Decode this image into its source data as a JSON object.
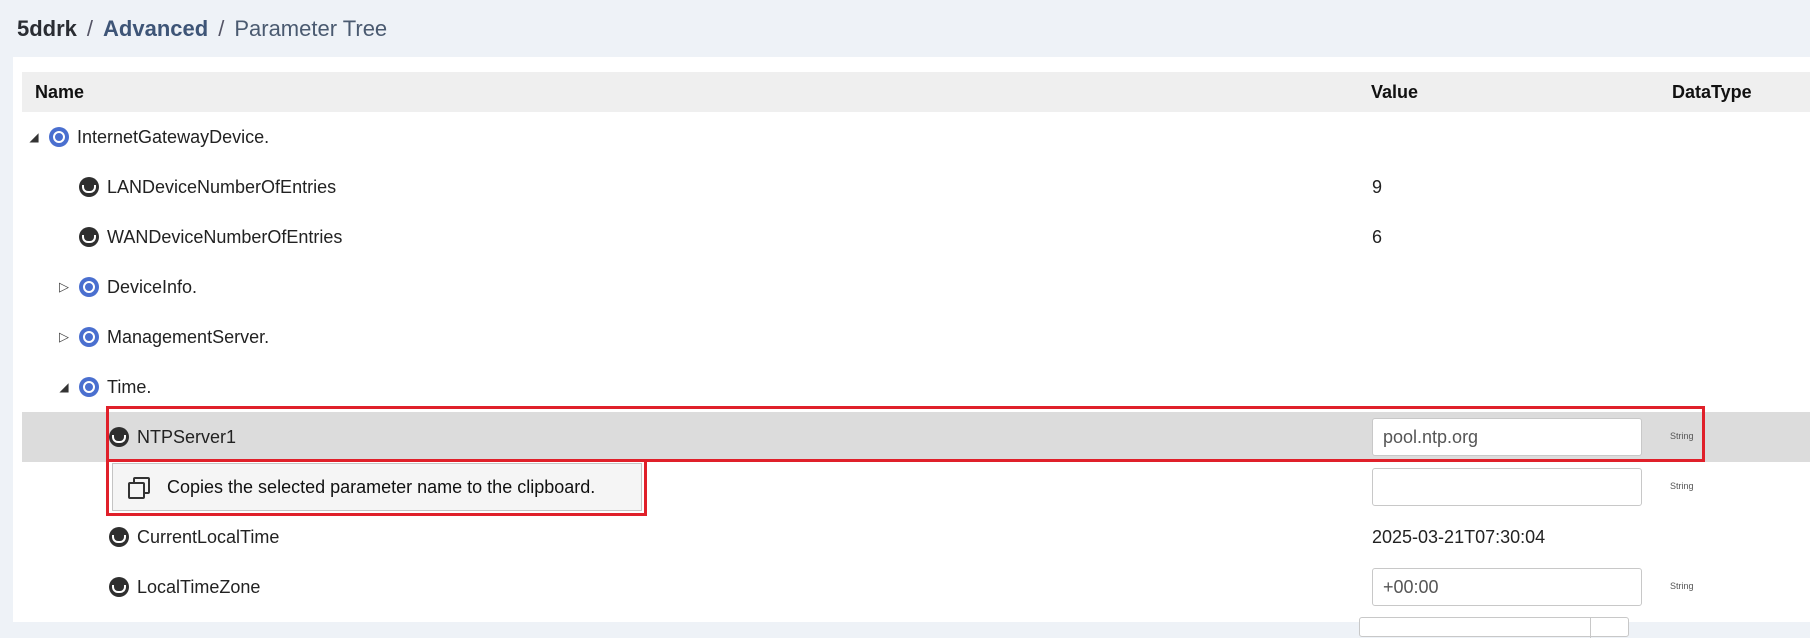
{
  "breadcrumb": {
    "device": "5ddrk",
    "separator": "/",
    "section": "Advanced",
    "current": "Parameter Tree"
  },
  "table": {
    "columns": {
      "name": "Name",
      "value": "Value",
      "datatype": "DataType"
    }
  },
  "tree": {
    "root": {
      "label": "InternetGatewayDevice."
    },
    "lan_entries": {
      "label": "LANDeviceNumberOfEntries",
      "value": "9"
    },
    "wan_entries": {
      "label": "WANDeviceNumberOfEntries",
      "value": "6"
    },
    "device_info": {
      "label": "DeviceInfo."
    },
    "management_server": {
      "label": "ManagementServer."
    },
    "time": {
      "label": "Time."
    },
    "ntp_server1": {
      "label": "NTPServer1",
      "value": "pool.ntp.org",
      "datatype": "String"
    },
    "ntp_server2": {
      "value": "",
      "datatype": "String"
    },
    "current_local_time": {
      "label": "CurrentLocalTime",
      "value": "2025-03-21T07:30:04"
    },
    "local_time_zone": {
      "label": "LocalTimeZone",
      "value": "+00:00",
      "datatype": "String"
    }
  },
  "tooltip": {
    "text": "Copies the selected parameter name to the clipboard."
  },
  "colors": {
    "accent_highlight": "#e0202a",
    "object_icon": "#4a6fcf",
    "selected_row": "#dcdcdc"
  }
}
